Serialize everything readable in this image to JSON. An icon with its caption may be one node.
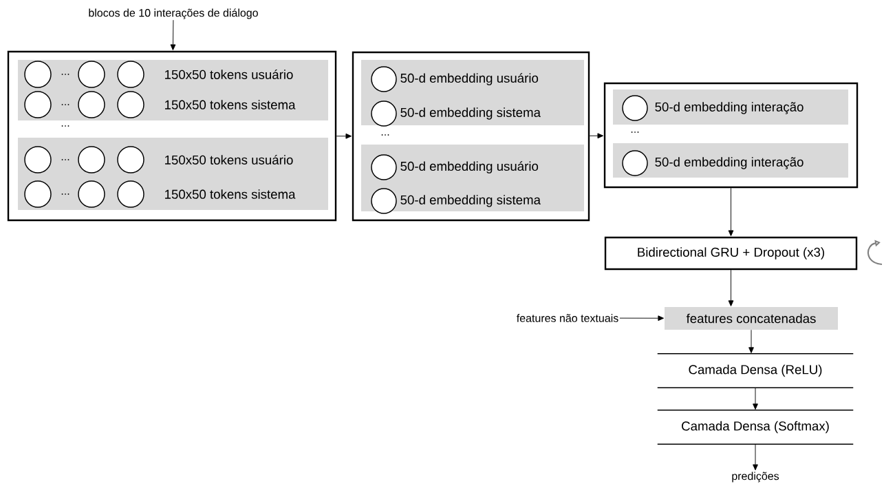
{
  "diagram": {
    "nodes": [
      {
        "text": [
          "blocos de 10 interações de diálogo"
        ]
      },
      {
        "text": [],
        "shape": "box"
      },
      {
        "text": [
          "150x50 tokens usuário",
          "150x50 tokens sistema"
        ],
        "in": 1
      },
      {
        "text": [
          "150x50 tokens usuário",
          "150x50 tokens sistema"
        ],
        "in": 1
      },
      {
        "text": [],
        "shape": "box"
      },
      {
        "text": [
          "50-d embedding usuário",
          "50-d embedding sistema"
        ],
        "in": 4
      },
      {
        "text": [
          "50-d embedding usuário",
          "50-d embedding sistema"
        ],
        "in": 4
      },
      {
        "text": [],
        "shape": "box"
      },
      {
        "text": [
          "50-d embedding interação"
        ],
        "in": 7
      },
      {
        "text": [
          "50-d embedding interação"
        ],
        "in": 7
      },
      {
        "text": [
          "Bidirectional GRU + Dropout (x3)"
        ]
      },
      {
        "text": [
          "features não textuais"
        ]
      },
      {
        "text": [
          "features concatenadas"
        ]
      },
      {
        "text": [
          "Camada Densa (ReLU)"
        ]
      },
      {
        "text": [
          "Camada Densa (Softmax)"
        ]
      },
      {
        "text": [
          "predições"
        ]
      }
    ],
    "edges": [
      {
        "from": 0,
        "to": 1,
        "arrow": "to"
      },
      {
        "from": 1,
        "to": 4,
        "arrow": "to"
      },
      {
        "from": 4,
        "to": 7,
        "arrow": "to"
      },
      {
        "from": 7,
        "to": 10,
        "arrow": "to"
      },
      {
        "from": 10,
        "to": 12,
        "arrow": "to"
      },
      {
        "from": 11,
        "to": 12,
        "arrow": "to"
      },
      {
        "from": 12,
        "to": 13,
        "arrow": "to"
      },
      {
        "from": 13,
        "to": 14,
        "arrow": "to"
      },
      {
        "from": 14,
        "to": 15,
        "arrow": "to"
      }
    ],
    "labels": [
      "...",
      "...",
      "...",
      "...",
      "...",
      "...",
      "..."
    ]
  }
}
